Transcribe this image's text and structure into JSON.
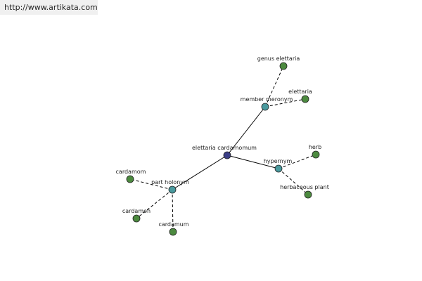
{
  "banner": {
    "url": "http://www.artikata.com"
  },
  "colors": {
    "root": "#3b3f86",
    "relation": "#4a9a9e",
    "leaf": "#4c8a3f"
  },
  "graph": {
    "root": {
      "label": "elettaria cardamomum"
    },
    "relations": [
      {
        "label": "member meronym"
      },
      {
        "label": "hypernym"
      },
      {
        "label": "part holonym"
      }
    ],
    "leaves": [
      {
        "label": "genus elettaria"
      },
      {
        "label": "elettaria"
      },
      {
        "label": "herb"
      },
      {
        "label": "herbaceous plant"
      },
      {
        "label": "cardamom"
      },
      {
        "label": "cardamon"
      },
      {
        "label": "cardamum"
      }
    ]
  }
}
